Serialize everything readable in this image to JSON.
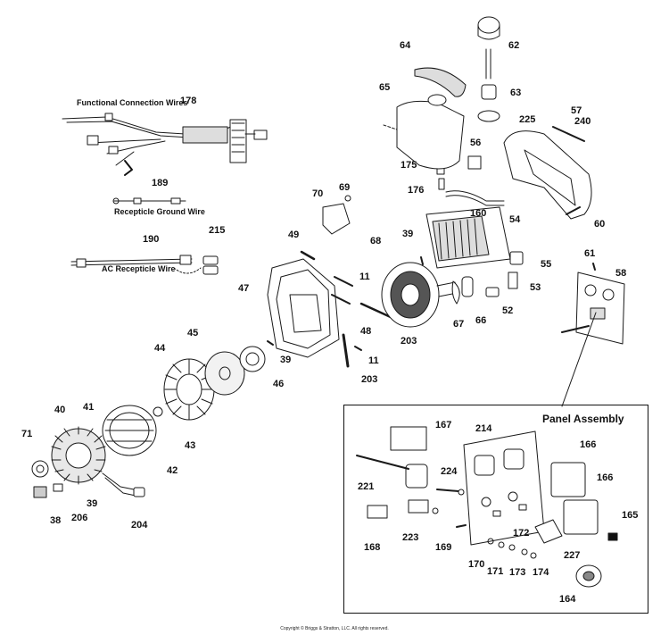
{
  "labels": {
    "functional_connection_wires": "Functional Connection Wires",
    "recepticle_ground_wire": "Recepticle Ground Wire",
    "ac_recepticle_wire": "AC Recepticle Wire",
    "panel_assembly": "Panel Assembly",
    "copyright": "Copyright © Briggs & Stratton, LLC. All rights reserved."
  },
  "parts": {
    "p11a": "11",
    "p11b": "11",
    "p38": "38",
    "p39a": "39",
    "p39b": "39",
    "p39c": "39",
    "p40": "40",
    "p41": "41",
    "p42": "42",
    "p43": "43",
    "p44": "44",
    "p45": "45",
    "p46": "46",
    "p47": "47",
    "p48": "48",
    "p49": "49",
    "p52": "52",
    "p53": "53",
    "p54": "54",
    "p55": "55",
    "p56": "56",
    "p57": "57",
    "p58": "58",
    "p60": "60",
    "p61": "61",
    "p62": "62",
    "p63": "63",
    "p64": "64",
    "p65": "65",
    "p66": "66",
    "p67": "67",
    "p68": "68",
    "p69": "69",
    "p70": "70",
    "p71": "71",
    "p160": "160",
    "p164": "164",
    "p165": "165",
    "p166a": "166",
    "p166b": "166",
    "p167": "167",
    "p168": "168",
    "p169": "169",
    "p170": "170",
    "p171": "171",
    "p172": "172",
    "p173": "173",
    "p174": "174",
    "p175": "175",
    "p176": "176",
    "p178": "178",
    "p189": "189",
    "p190": "190",
    "p203a": "203",
    "p203b": "203",
    "p204": "204",
    "p206": "206",
    "p214": "214",
    "p215": "215",
    "p221": "221",
    "p223": "223",
    "p224": "224",
    "p225": "225",
    "p227": "227",
    "p240": "240"
  }
}
